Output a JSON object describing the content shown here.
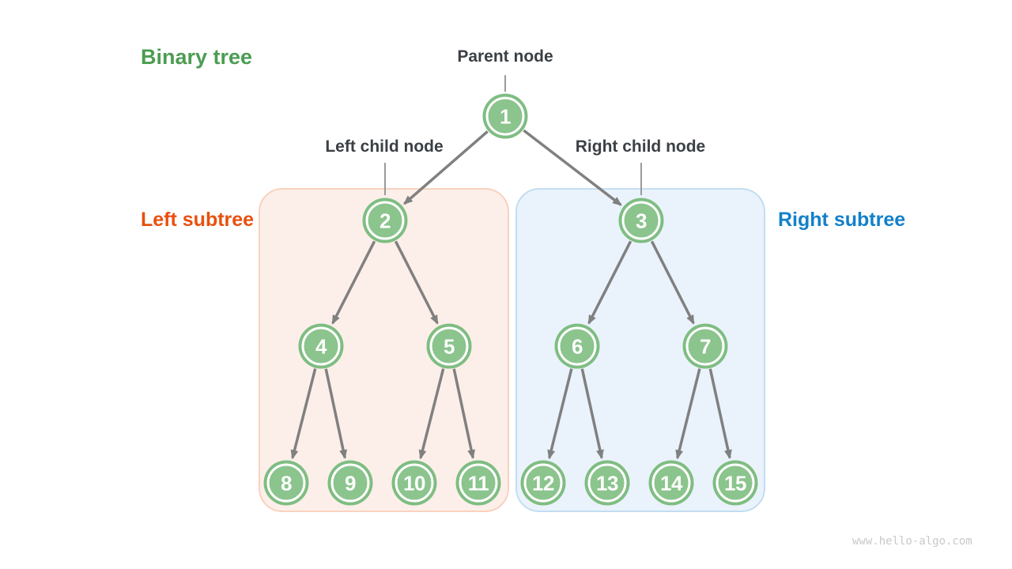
{
  "labels": {
    "title": "Binary tree",
    "parent_node": "Parent node",
    "left_child": "Left child node",
    "right_child": "Right child node",
    "left_subtree": "Left subtree",
    "right_subtree": "Right subtree"
  },
  "watermark": "www.hello-algo.com",
  "colors": {
    "title_green": "#4C9D52",
    "node_fill": "#8BC48D",
    "node_ring": "#7FBD82",
    "label_dark": "#3B4045",
    "left_subtree_text": "#E8500F",
    "right_subtree_text": "#1380C9",
    "left_box_fill": "#FCEFE9",
    "left_box_border": "#F8D2BE",
    "right_box_fill": "#EAF3FB",
    "right_box_border": "#C3DDF1",
    "edge_gray": "#808080",
    "pointer_gray": "#9A9A9A",
    "watermark_gray": "#C9C9C9"
  },
  "tree": {
    "nodes": [
      {
        "value": 1
      },
      {
        "value": 2
      },
      {
        "value": 3
      },
      {
        "value": 4
      },
      {
        "value": 5
      },
      {
        "value": 6
      },
      {
        "value": 7
      },
      {
        "value": 8
      },
      {
        "value": 9
      },
      {
        "value": 10
      },
      {
        "value": 11
      },
      {
        "value": 12
      },
      {
        "value": 13
      },
      {
        "value": 14
      },
      {
        "value": 15
      }
    ],
    "edges": [
      [
        1,
        2
      ],
      [
        1,
        3
      ],
      [
        2,
        4
      ],
      [
        2,
        5
      ],
      [
        3,
        6
      ],
      [
        3,
        7
      ],
      [
        4,
        8
      ],
      [
        4,
        9
      ],
      [
        5,
        10
      ],
      [
        5,
        11
      ],
      [
        6,
        12
      ],
      [
        6,
        13
      ],
      [
        7,
        14
      ],
      [
        7,
        15
      ]
    ]
  }
}
